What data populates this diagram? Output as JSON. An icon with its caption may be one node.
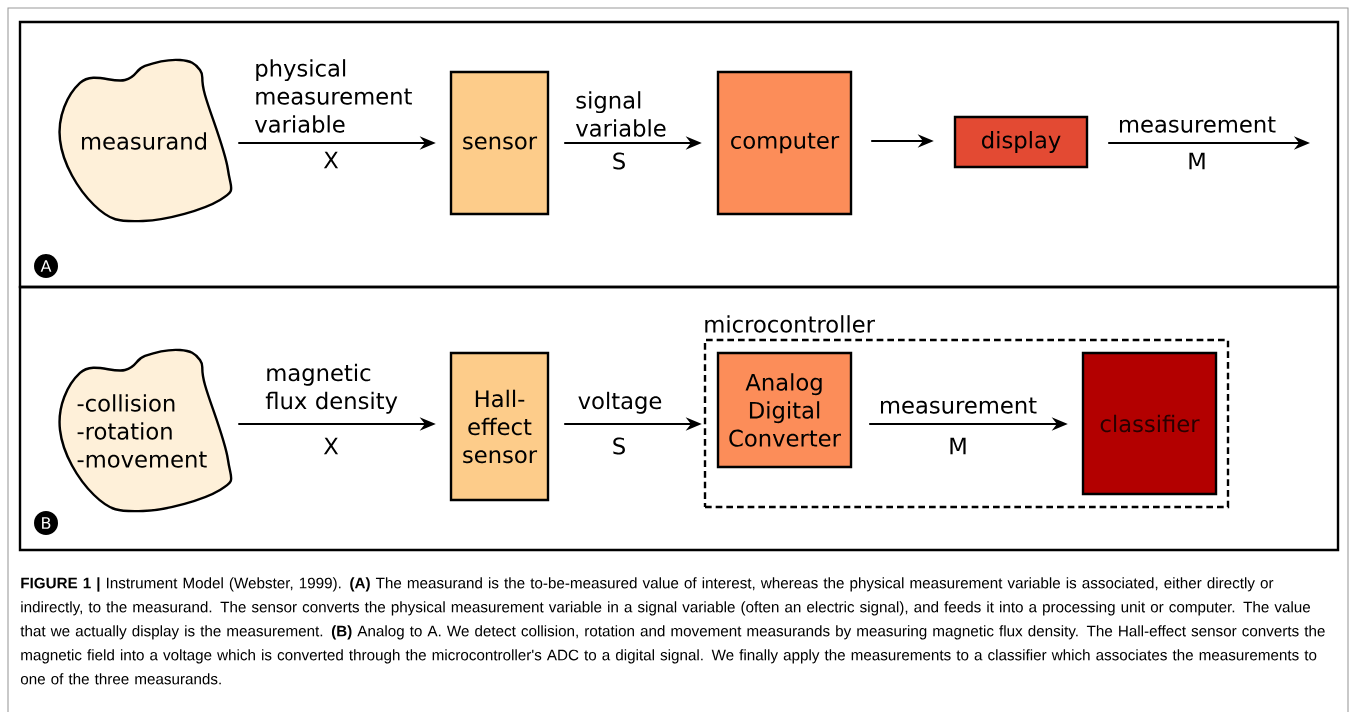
{
  "diagram": {
    "caption": "**FIGURE 1 |** Instrument Model (Webster, 1999). **(A)** The measurand is the to-be-measured value of interest, whereas the physical measurement variable is associated, either directly or indirectly, to the measurand. The sensor converts the physical measurement variable in a signal variable (often an electric signal), and feeds it into a processing unit or computer. The value that we actually display is the measurement. **(B)** Analog to A. We detect collision, rotation and movement measurands by measuring magnetic flux density. The Hall-effect sensor converts the magnetic field into a voltage which is converted through the microcontroller's ADC to a digital signal. We finally apply the measurements to a classifier which associates the measurements to one of the three measurands.",
    "nodes": [
      {
        "text": [
          "A"
        ]
      },
      {
        "text": [
          "measurand"
        ],
        "in": 0
      },
      {
        "text": [
          "sensor"
        ],
        "in": 0
      },
      {
        "text": [
          "computer"
        ],
        "in": 0
      },
      {
        "text": [
          "display"
        ],
        "in": 0
      },
      {
        "text": [
          "B"
        ]
      },
      {
        "text": [
          "-collision -rotation -movement"
        ],
        "in": 5
      },
      {
        "text": [
          "Hall-effect sensor"
        ],
        "in": 5
      },
      {
        "text": [
          "microcontroller"
        ],
        "in": 5
      },
      {
        "text": [
          "Analog Digital Converter"
        ],
        "in": 8
      },
      {
        "text": [
          "classifier"
        ],
        "in": 8
      }
    ],
    "edges": [
      {
        "from": 1,
        "to": 2,
        "arrow": "to",
        "label": "physical measurement variable"
      },
      {
        "from": 2,
        "to": 3,
        "arrow": "to",
        "label": "signal variable"
      },
      {
        "from": 3,
        "to": 4,
        "arrow": "to"
      },
      {
        "from": 4,
        "to": null,
        "arrow": "to",
        "label": "measurement"
      },
      {
        "from": 6,
        "to": 7,
        "arrow": "to",
        "label": "magnetic flux density"
      },
      {
        "from": 7,
        "to": 9,
        "arrow": "to",
        "label": "voltage"
      },
      {
        "from": 9,
        "to": 10,
        "arrow": "to",
        "label": "measurement"
      }
    ],
    "labels": [
      "X",
      "S",
      "M",
      "X",
      "S",
      "M"
    ]
  }
}
